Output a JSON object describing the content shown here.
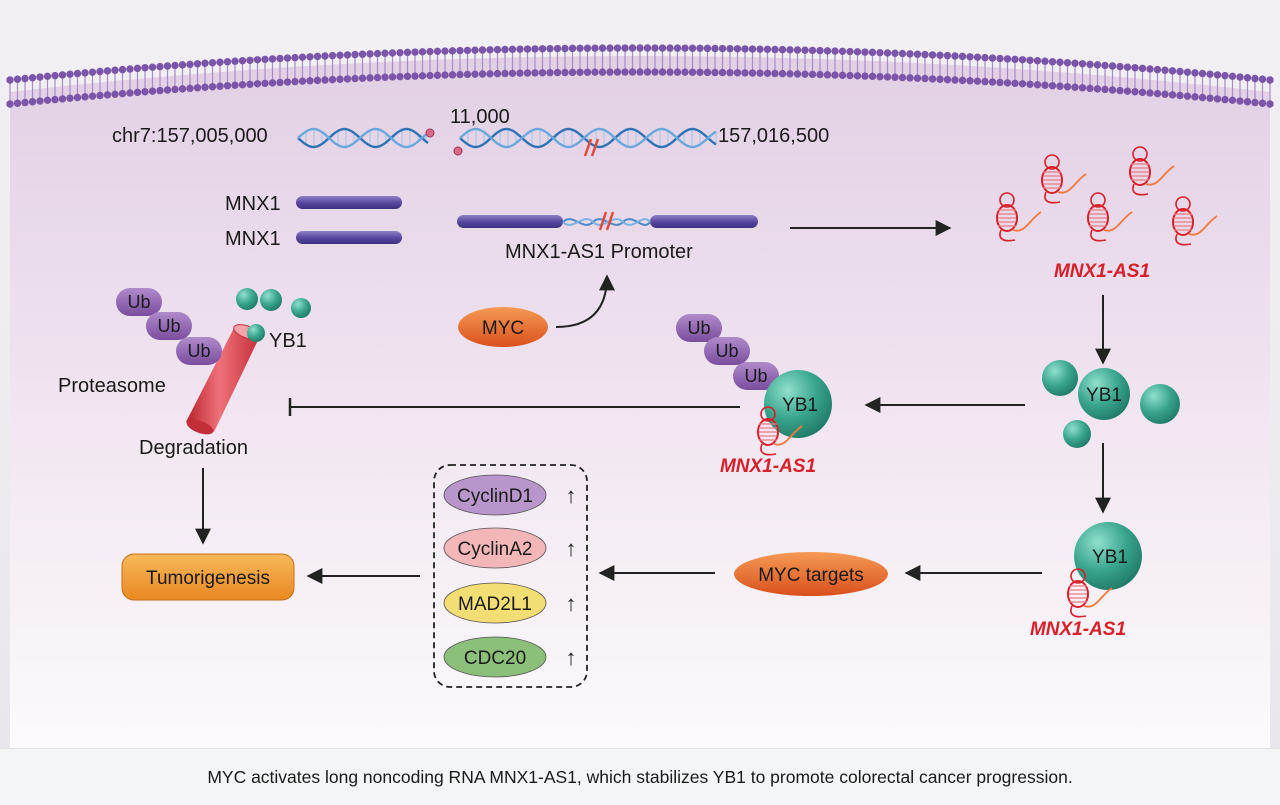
{
  "diagram": {
    "chr_start": "chr7:157,005,000",
    "chr_mid": "11,000",
    "chr_end": "157,016,500",
    "gene_1": "MNX1",
    "gene_2": "MNX1",
    "promoter": "MNX1-AS1 Promoter",
    "myc": "MYC",
    "lnc_top": "MNX1-AS1",
    "lnc_middle": "MNX1-AS1",
    "lnc_bottom": "MNX1-AS1",
    "ub_1": "Ub",
    "ub_2": "Ub",
    "ub_3": "Ub",
    "ub_4": "Ub",
    "ub_5": "Ub",
    "ub_6": "Ub",
    "yb1_top_left": "YB1",
    "yb1_middle": "YB1",
    "yb1_right": "YB1",
    "yb1_bottom": "YB1",
    "proteasome": "Proteasome",
    "degradation": "Degradation",
    "tumorigenesis": "Tumorigenesis",
    "myc_targets": "MYC targets",
    "targets": [
      {
        "name": "CyclinD1",
        "arrow": "↑",
        "color": "#b896cc"
      },
      {
        "name": "CyclinA2",
        "arrow": "↑",
        "color": "#f3b7b9"
      },
      {
        "name": "MAD2L1",
        "arrow": "↑",
        "color": "#f2de73"
      },
      {
        "name": "CDC20",
        "arrow": "↑",
        "color": "#8cc07a"
      }
    ]
  },
  "caption": "MYC activates long noncoding RNA MNX1-AS1, which stabilizes YB1 to promote colorectal cancer progression.",
  "colors": {
    "membrane": "#7b55a8",
    "cytoplasm_top": "#e4d2e6",
    "cytoplasm_bottom": "#fbf7fb",
    "lnc_red": "#d7202a",
    "yb1_teal": "#3aa58d",
    "ub_purple": "#8a5bad",
    "myc_orange": "#e8672a",
    "tumor_orange": "#f0962f"
  }
}
